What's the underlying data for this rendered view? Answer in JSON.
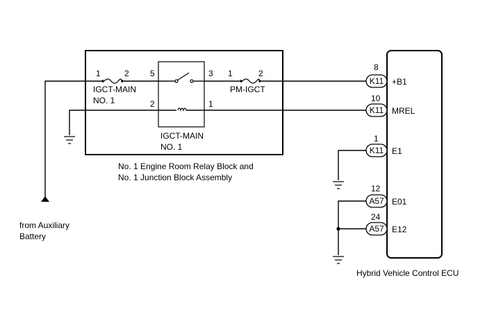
{
  "relay_block": {
    "caption_line1": "No. 1 Engine Room Relay Block and",
    "caption_line2": "No. 1 Junction Block Assembly",
    "fuse_igct": {
      "label_line1": "IGCT-MAIN",
      "label_line2": "NO. 1",
      "pin_left": "1",
      "pin_right": "2"
    },
    "relay": {
      "label_line1": "IGCT-MAIN",
      "label_line2": "NO. 1",
      "pin_5": "5",
      "pin_3": "3",
      "pin_2": "2",
      "pin_1": "1"
    },
    "fuse_pm": {
      "label": "PM-IGCT",
      "pin_left": "1",
      "pin_right": "2"
    }
  },
  "source": {
    "line1": "from Auxiliary",
    "line2": "Battery"
  },
  "ecu": {
    "title": "Hybrid Vehicle Control ECU",
    "terminals": [
      {
        "connector": "K11",
        "pin": "8",
        "name": "+B1"
      },
      {
        "connector": "K11",
        "pin": "10",
        "name": "MREL"
      },
      {
        "connector": "K11",
        "pin": "1",
        "name": "E1"
      },
      {
        "connector": "A57",
        "pin": "12",
        "name": "E01"
      },
      {
        "connector": "A57",
        "pin": "24",
        "name": "E12"
      }
    ]
  }
}
